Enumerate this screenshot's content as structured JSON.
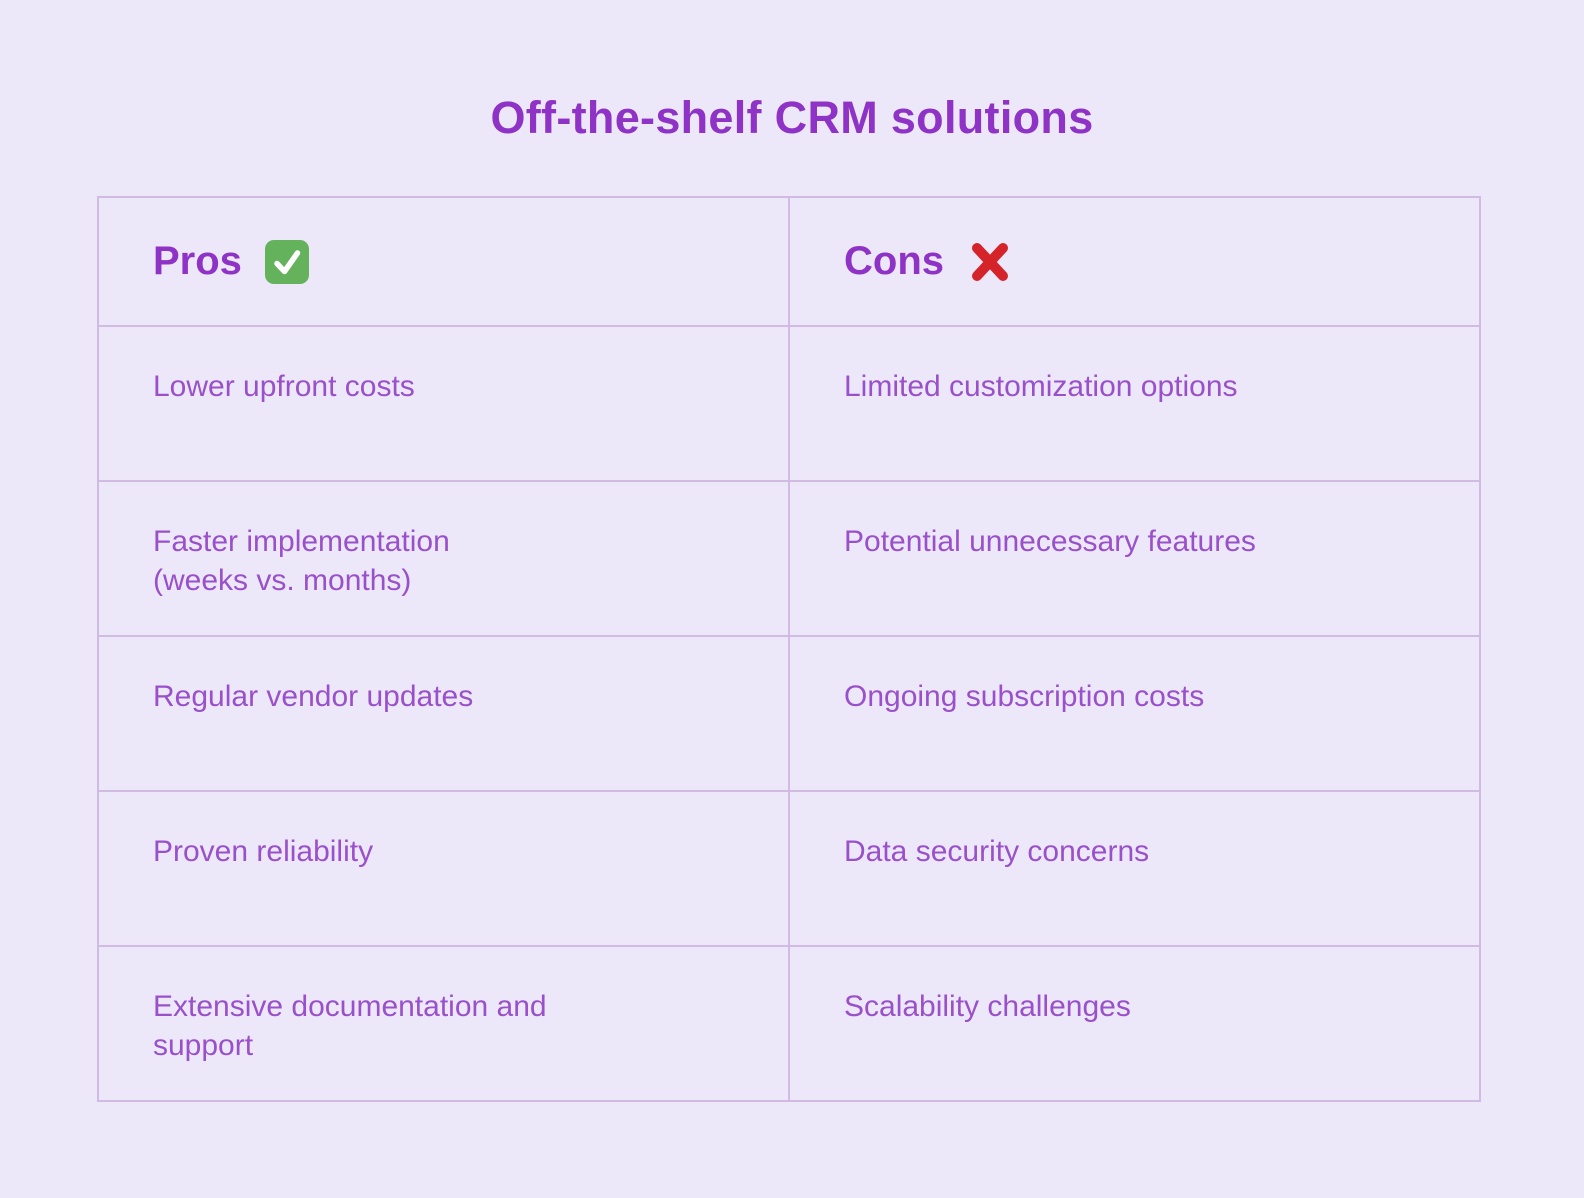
{
  "chart_data": {
    "type": "table",
    "title": "Off-the-shelf CRM solutions",
    "columns": [
      {
        "label": "Pros",
        "icon": "check-mark-icon"
      },
      {
        "label": "Cons",
        "icon": "cross-mark-icon"
      }
    ],
    "rows": [
      {
        "pro": "Lower upfront costs",
        "con": "Limited customization options"
      },
      {
        "pro": "Faster implementation\n(weeks vs. months)",
        "con": "Potential unnecessary features"
      },
      {
        "pro": "Regular vendor updates",
        "con": "Ongoing subscription costs"
      },
      {
        "pro": "Proven reliability",
        "con": "Data security concerns"
      },
      {
        "pro": "Extensive documentation and\nsupport",
        "con": "Scalability challenges"
      }
    ],
    "layout": {
      "legend": "none",
      "grid": "on",
      "header_row": true
    }
  },
  "colors": {
    "background": "#ECE8F9",
    "border": "#D1BBE3",
    "heading_text": "#8E33C6",
    "body_text": "#9A50CA",
    "check_green": "#64B35C",
    "cross_red": "#D5232A"
  }
}
